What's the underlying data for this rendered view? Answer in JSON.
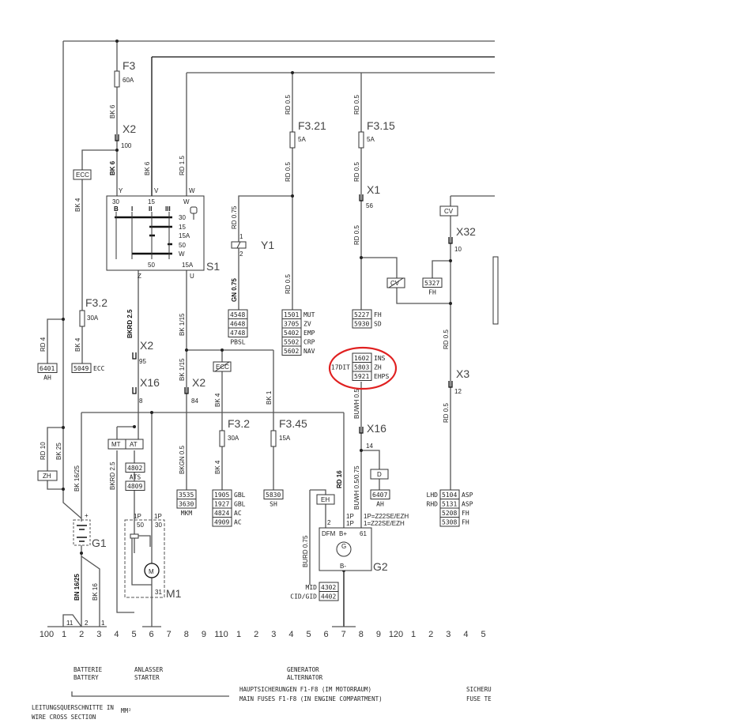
{
  "components": {
    "F3": {
      "name": "F3",
      "rating": "60A"
    },
    "X2_top": {
      "name": "X2",
      "pin": "100"
    },
    "ECC_box": "ECC",
    "F3_2_left": {
      "name": "F3.2",
      "rating": "30A"
    },
    "S1": {
      "name": "S1",
      "top_pins": [
        "Y",
        "V",
        "W"
      ],
      "terminals_top": [
        "30",
        "15",
        "W"
      ],
      "positions": [
        "B",
        "I",
        "II",
        "III"
      ],
      "rows": [
        "30",
        "15",
        "15A",
        "50",
        "W"
      ],
      "bottom_terms": [
        "50",
        "15A"
      ],
      "bottom_pins": [
        "Z",
        "U"
      ]
    },
    "Y1": {
      "name": "Y1",
      "pin1": "1",
      "pin2": "2"
    },
    "F3_21": {
      "name": "F3.21",
      "rating": "5A"
    },
    "F3_15": {
      "name": "F3.15",
      "rating": "5A"
    },
    "X1": {
      "name": "X1",
      "pin": "56"
    },
    "CV_top": "CV",
    "X32": {
      "name": "X32",
      "pin": "10"
    },
    "CV_mid": "CV",
    "X2_95": {
      "name": "X2",
      "pin": "95"
    },
    "X16_8": {
      "name": "X16",
      "pin": "8"
    },
    "X2_84": {
      "name": "X2",
      "pin": "84"
    },
    "ECC_mid": "ECC",
    "F3_2_mid": {
      "name": "F3.2",
      "rating": "30A"
    },
    "F3_45": {
      "name": "F3.45",
      "rating": "15A"
    },
    "X16_14": {
      "name": "X16",
      "pin": "14"
    },
    "X3": {
      "name": "X3",
      "pin": "12"
    },
    "D_box": "D",
    "EH_box": "EH",
    "ZH_box": "ZH",
    "MT": "MT",
    "AT": "AT",
    "G1": {
      "name": "G1",
      "plus": "+"
    },
    "M1": {
      "name": "M1",
      "pins_top": [
        "1P",
        "1P"
      ],
      "terms": [
        "50",
        "30",
        "31"
      ],
      "motor": "M"
    },
    "G2": {
      "name": "G2",
      "terms": [
        "DFM",
        "B+",
        "61",
        "B-"
      ],
      "pins": [
        "2",
        "1P",
        "1P"
      ],
      "symbol": "G",
      "note1": "1P=Z22SE/EZH",
      "note2": "1=Z22SE/EZH"
    }
  },
  "wires": {
    "bk6_a": "BK 6",
    "bk6_b": "BK 6",
    "bk6_c": "BK 6",
    "rd15": "RD 1.5",
    "bk4_ecc": "BK 4",
    "bk4_f32": "BK 4",
    "rd4": "RD 4",
    "rd05_a": "RD 0.5",
    "rd05_b": "RD 0.5",
    "rd05_c": "RD 0.5",
    "rd05_d": "RD 0.5",
    "rd05_e": "RD 0.5",
    "rd05_f": "RD 0.5",
    "rd05_g": "RD 0.5",
    "rd05_h": "RD 0.5",
    "rd075": "RD 0.75",
    "gn075": "GN 0.75",
    "bkrd25_a": "BKRD 2.5",
    "bkrd25_b": "BKRD 2.5",
    "bk115_a": "BK 1/15",
    "bk115_b": "BK 1/15",
    "bkgn05": "BKGN 0.5",
    "bk4_a": "BK 4",
    "bk4_b": "BK 4",
    "bk1": "BK 1",
    "rd10": "RD 10",
    "bk25": "BK 25",
    "bk1625": "BK 16/25",
    "bn1625": "BN 16/25",
    "bk16": "BK 16",
    "burd075": "BURD 0.75",
    "rd16": "RD 16",
    "buwh05": "BUWH 0.5",
    "buwh0505": "BUWH 0.5/0.75"
  },
  "connector_groups": [
    {
      "codes": [
        "6401"
      ],
      "labels": [
        ""
      ],
      "caption": "AH"
    },
    {
      "codes": [
        "5049"
      ],
      "labels": [
        "ECC"
      ],
      "caption": ""
    },
    {
      "codes": [
        "4548",
        "4648",
        "4748"
      ],
      "labels": [
        "",
        "",
        ""
      ],
      "caption": "PBSL"
    },
    {
      "codes": [
        "1501",
        "3705",
        "5402",
        "5502",
        "5602"
      ],
      "labels": [
        "MUT",
        "ZV",
        "EMP",
        "CRP",
        "NAV"
      ],
      "caption": ""
    },
    {
      "codes": [
        "5227",
        "5930"
      ],
      "labels": [
        "FH",
        "SD"
      ],
      "caption": ""
    },
    {
      "codes": [
        "5327"
      ],
      "labels": [
        ""
      ],
      "caption": "FH"
    },
    {
      "codes": [
        "1602",
        "5803",
        "5921"
      ],
      "labels": [
        "INS",
        "ZH",
        "EHPS"
      ],
      "caption": "",
      "left_note": "17DIT"
    },
    {
      "codes": [
        "4802"
      ],
      "labels": [
        ""
      ],
      "caption": "ATS"
    },
    {
      "codes": [
        "4809"
      ],
      "labels": [
        ""
      ],
      "caption": ""
    },
    {
      "codes": [
        "3535",
        "3630"
      ],
      "labels": [
        "",
        ""
      ],
      "caption": "MKM"
    },
    {
      "codes": [
        "1905",
        "1927",
        "4824",
        "4909"
      ],
      "labels": [
        "GBL",
        "GBL",
        "AC",
        "AC"
      ],
      "caption": ""
    },
    {
      "codes": [
        "5830"
      ],
      "labels": [
        ""
      ],
      "caption": "SH"
    },
    {
      "codes": [
        "6407"
      ],
      "labels": [
        ""
      ],
      "caption": "AH"
    },
    {
      "codes": [
        "4302",
        "4402"
      ],
      "labels": [
        "",
        ""
      ],
      "left_labels": [
        "MID",
        "CID/GID"
      ],
      "caption": ""
    },
    {
      "codes": [
        "5104",
        "5131",
        "5208",
        "5308"
      ],
      "labels": [
        "ASP",
        "ASP",
        "FH",
        "FH"
      ],
      "left_labels": [
        "LHD",
        "RHD",
        "",
        ""
      ],
      "caption": ""
    }
  ],
  "ruler": [
    "100",
    "1",
    "2",
    "3",
    "4",
    "5",
    "6",
    "7",
    "8",
    "9",
    "110",
    "1",
    "2",
    "3",
    "4",
    "5",
    "6",
    "7",
    "8",
    "9",
    "120",
    "1",
    "2",
    "3",
    "4",
    "5"
  ],
  "ground_pins": {
    "a": "11",
    "b": "2",
    "c": "1"
  },
  "footer": {
    "battery_de": "BATTERIE",
    "battery_en": "BATTERY",
    "starter_de": "ANLASSER",
    "starter_en": "STARTER",
    "alt_de": "GENERATOR",
    "alt_en": "ALTERNATOR",
    "fuses_de": "HAUPTSICHERUNGEN F1-F8 (IM MOTORRAUM)",
    "fuses_en": "MAIN FUSES F1-F8 (IN ENGINE COMPARTMENT)",
    "fuse2_de": "SICHERU",
    "fuse2_en": "FUSE TE",
    "cross_de": "LEITUNGSQUERSCHNITTE IN",
    "cross_en": "WIRE CROSS SECTION",
    "unit": "MM²"
  },
  "highlight_color": "#e02020"
}
